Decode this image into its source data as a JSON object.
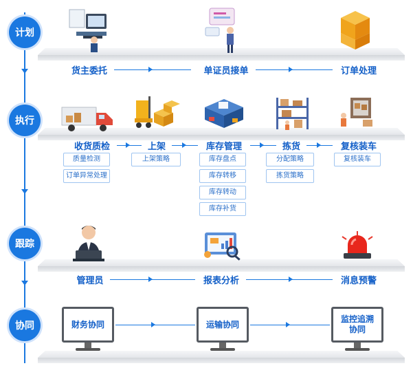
{
  "stages": [
    {
      "label": "计划",
      "nodes": [
        "货主委托",
        "单证员接单",
        "订单处理"
      ]
    },
    {
      "label": "执行",
      "nodes": [
        "收货质检",
        "上架",
        "库存管理",
        "拣货",
        "复核装车"
      ]
    },
    {
      "label": "跟踪",
      "nodes": [
        "管理员",
        "报表分析",
        "消息预警"
      ]
    },
    {
      "label": "协同",
      "nodes": [
        "财务协同",
        "运输协同",
        "监控追溯协同"
      ]
    }
  ],
  "exec_tags": {
    "shouhuo": [
      "质量检测",
      "订单异常处理"
    ],
    "shangjia": [
      "上架策略"
    ],
    "kucun": [
      "库存盘点",
      "库存转移",
      "库存转动",
      "库存补货"
    ],
    "jianhuo": [
      "分配策略",
      "拣货策略"
    ],
    "fuhe": [
      "复核装车"
    ]
  },
  "colors": {
    "accent": "#1a78e0",
    "label": "#1460c8"
  },
  "icons": [
    "computer-desk-icon",
    "clerk-screen-icon",
    "cube-stack-icon",
    "delivery-truck-icon",
    "forklift-icon",
    "warehouse-icon",
    "shelf-worker-icon",
    "loading-dock-icon",
    "manager-laptop-icon",
    "report-dashboard-icon",
    "alarm-siren-icon",
    "monitor-icon"
  ]
}
